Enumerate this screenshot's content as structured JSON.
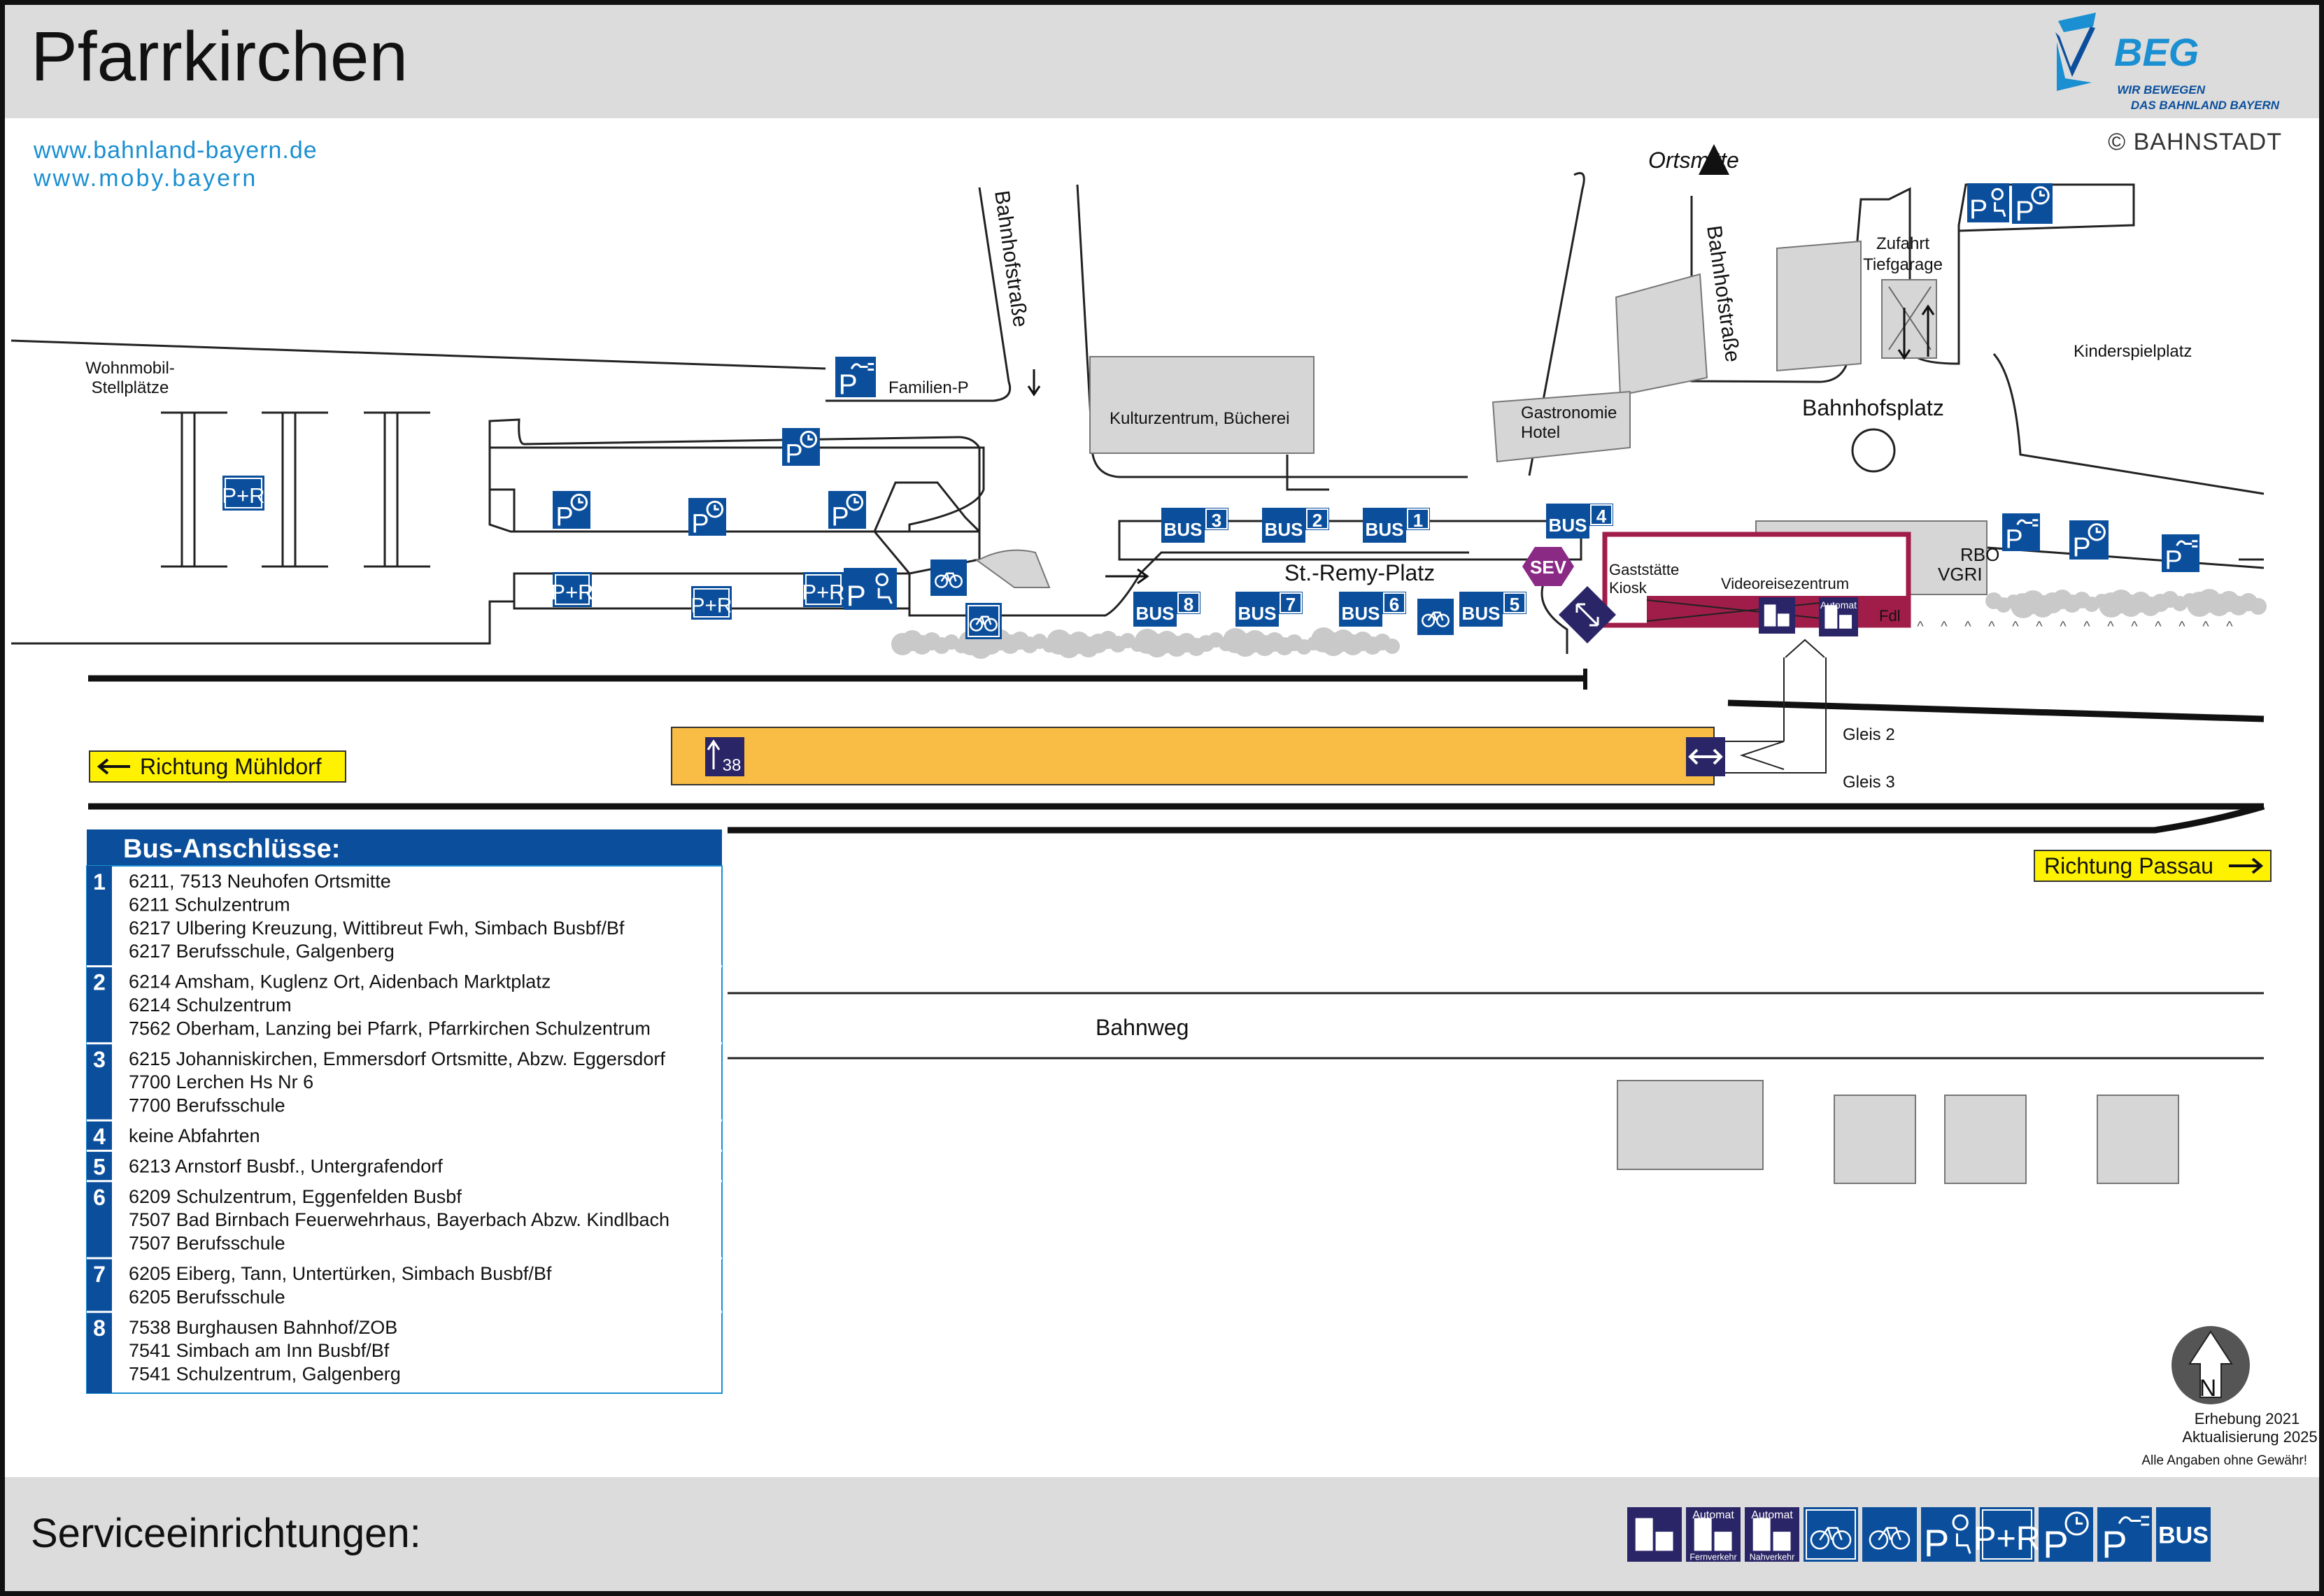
{
  "title": "Pfarrkirchen",
  "brand": {
    "name": "BEG",
    "slogan1": "WIR BEWEGEN",
    "slogan2": "DAS BAHNLAND BAYERN",
    "copyright": "© BAHNSTADT"
  },
  "links": [
    "www.bahnland-bayern.de",
    "www.moby.bayern"
  ],
  "colors": {
    "blue": "#0b4f9c",
    "navy": "#2a2566",
    "platform": "#f9bc45",
    "building": "#d6d6d6",
    "station": "#a01d4a",
    "sev": "#8a2a85",
    "link": "#1a8fd1",
    "yellow": "#fff200"
  },
  "labels": {
    "ortsmitte": "Ortsmitte",
    "bahnhofstrasse": "Bahnhofstraße",
    "wohnmobil1": "Wohnmobil-",
    "wohnmobil2": "Stellplätze",
    "familien_p": "Familien-P",
    "kulturzentrum": "Kulturzentrum, Bücherei",
    "gastronomie1": "Gastronomie",
    "gastronomie2": "Hotel",
    "zufahrt1": "Zufahrt",
    "zufahrt2": "Tiefgarage",
    "bahnhofsplatz": "Bahnhofsplatz",
    "kinderspielplatz": "Kinderspielplatz",
    "st_remy": "St.-Remy-Platz",
    "gaststaette1": "Gaststätte",
    "gaststaette2": "Kiosk",
    "videoreise": "Videoreisezentrum",
    "rbo1": "RBO",
    "rbo2": "VGRI",
    "fdl": "Fdl",
    "automat": "Automat",
    "gleis2": "Gleis 2",
    "gleis3": "Gleis 3",
    "richtung_muehldorf": "Richtung Mühldorf",
    "richtung_passau": "Richtung Passau",
    "bahnweg": "Bahnweg",
    "platform_num": "38",
    "sev": "SEV",
    "north": "N",
    "erhebung": "Erhebung 2021",
    "aktualisierung": "Aktualisierung 2025",
    "disclaimer": "Alle Angaben ohne Gewähr!",
    "service_title": "Serviceeinrichtungen:"
  },
  "bus_table": {
    "title": "Bus-Anschlüsse:",
    "rows": [
      {
        "num": "1",
        "lines": [
          "6211, 7513 Neuhofen Ortsmitte",
          "6211 Schulzentrum",
          "6217 Ulbering Kreuzung, Wittibreut Fwh, Simbach Busbf/Bf",
          "6217 Berufsschule, Galgenberg"
        ]
      },
      {
        "num": "2",
        "lines": [
          "6214 Amsham, Kuglenz Ort, Aidenbach Marktplatz",
          "6214 Schulzentrum",
          "7562 Oberham, Lanzing bei Pfarrk, Pfarrkirchen Schulzentrum"
        ]
      },
      {
        "num": "3",
        "lines": [
          "6215 Johanniskirchen, Emmersdorf Ortsmitte, Abzw. Eggersdorf",
          "7700 Lerchen Hs Nr 6",
          "7700 Berufsschule"
        ]
      },
      {
        "num": "4",
        "lines": [
          "keine Abfahrten"
        ]
      },
      {
        "num": "5",
        "lines": [
          "6213 Arnstorf Busbf., Untergrafendorf"
        ]
      },
      {
        "num": "6",
        "lines": [
          "6209 Schulzentrum, Eggenfelden Busbf",
          "7507 Bad Birnbach Feuerwehrhaus, Bayerbach Abzw. Kindlbach",
          "7507 Berufsschule"
        ]
      },
      {
        "num": "7",
        "lines": [
          "6205 Eiberg, Tann, Untertürken, Simbach Busbf/Bf",
          "6205 Berufsschule"
        ]
      },
      {
        "num": "8",
        "lines": [
          "7538 Burghausen Bahnhof/ZOB",
          "7541 Simbach am Inn Busbf/Bf",
          "7541 Schulzentrum, Galgenberg"
        ]
      }
    ]
  },
  "bus_stops": [
    "1",
    "2",
    "3",
    "4",
    "5",
    "6",
    "7",
    "8"
  ],
  "icon_text": {
    "bus": "BUS",
    "p": "P",
    "pr": "P+R",
    "fern": "Fernverkehr",
    "nah": "Nahverkehr"
  },
  "service_icons": [
    "ticket-icon",
    "ticket-machine-fernverkehr-icon",
    "ticket-machine-nahverkehr-icon",
    "bike-parking-icon",
    "bike-icon",
    "disabled-parking-icon",
    "park-and-ride-icon",
    "short-term-parking-icon",
    "ev-charging-parking-icon",
    "bus-icon"
  ]
}
